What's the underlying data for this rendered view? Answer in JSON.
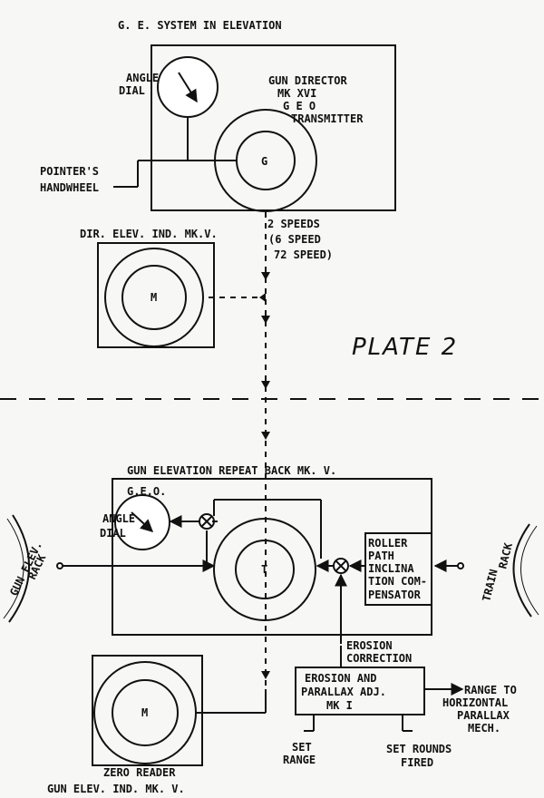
{
  "title": "G. E. SYSTEM IN ELEVATION",
  "plate": "PLATE 2",
  "top": {
    "angle_dial": [
      "ANGLE",
      "DIAL"
    ],
    "director": [
      "GUN DIRECTOR",
      "MK XVI",
      "G E O",
      "TRANSMITTER"
    ],
    "g_symbol": "G",
    "pointer": [
      "POINTER'S",
      "HANDWHEEL"
    ],
    "speeds": [
      "2 SPEEDS",
      "(6 SPEED",
      "72 SPEED)"
    ],
    "dir_elev": "DIR. ELEV. IND. MK.V.",
    "m_symbol": "M"
  },
  "bottom": {
    "repeat_back": "GUN ELEVATION REPEAT BACK MK. V.",
    "geo": "G.E.O.",
    "angle_dial": [
      "ANGLE",
      "DIAL"
    ],
    "t_symbol": "T",
    "roller": [
      "ROLLER",
      "PATH",
      "INCLINA",
      "TION COM-",
      "PENSATOR"
    ],
    "gun_elev_rack": [
      "GUN ELEV.",
      "RACK"
    ],
    "train_rack": [
      "TRAIN",
      "RACK"
    ],
    "erosion_corr": [
      "EROSION",
      "CORRECTION"
    ],
    "erosion_box": [
      "EROSION AND",
      "PARALLAX ADJ.",
      "MK I"
    ],
    "range_to": [
      "RANGE TO",
      "HORIZONTAL",
      "PARALLAX",
      "MECH."
    ],
    "set_range": [
      "SET",
      "RANGE"
    ],
    "set_rounds": [
      "SET ROUNDS",
      "FIRED"
    ],
    "m_symbol": "M",
    "zero_reader": "ZERO READER",
    "footer": "GUN ELEV. IND. MK. V."
  }
}
